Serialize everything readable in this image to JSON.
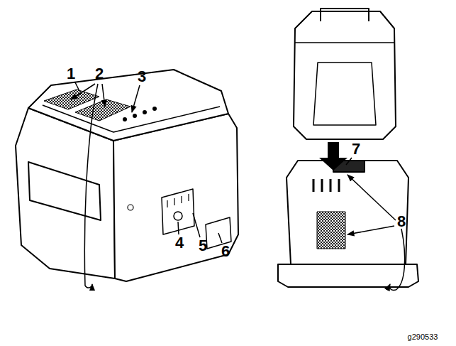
{
  "diagram": {
    "labels": [
      "1",
      "2",
      "3",
      "4",
      "5",
      "6",
      "7",
      "8",
      "g290533"
    ]
  }
}
